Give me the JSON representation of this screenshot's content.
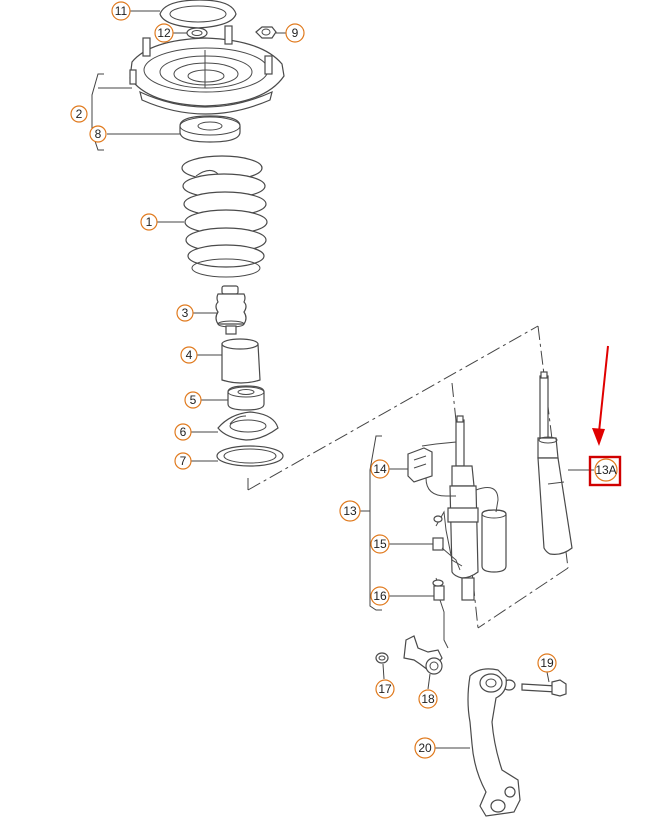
{
  "colors": {
    "callout_stroke": "#e07a1e",
    "highlight_box": "#d00000",
    "arrow": "#e00000",
    "line": "#4a4a4a"
  },
  "callouts": {
    "c1": "1",
    "c2": "2",
    "c3": "3",
    "c4": "4",
    "c5": "5",
    "c6": "6",
    "c7": "7",
    "c8": "8",
    "c9": "9",
    "c11": "11",
    "c12": "12",
    "c13": "13",
    "c13a": "13A",
    "c14": "14",
    "c15": "15",
    "c16": "16",
    "c17": "17",
    "c18": "18",
    "c19": "19",
    "c20": "20"
  },
  "icons": {
    "pointer_arrow": "arrow-down-left-icon",
    "highlight": "rectangle-highlight-icon"
  }
}
